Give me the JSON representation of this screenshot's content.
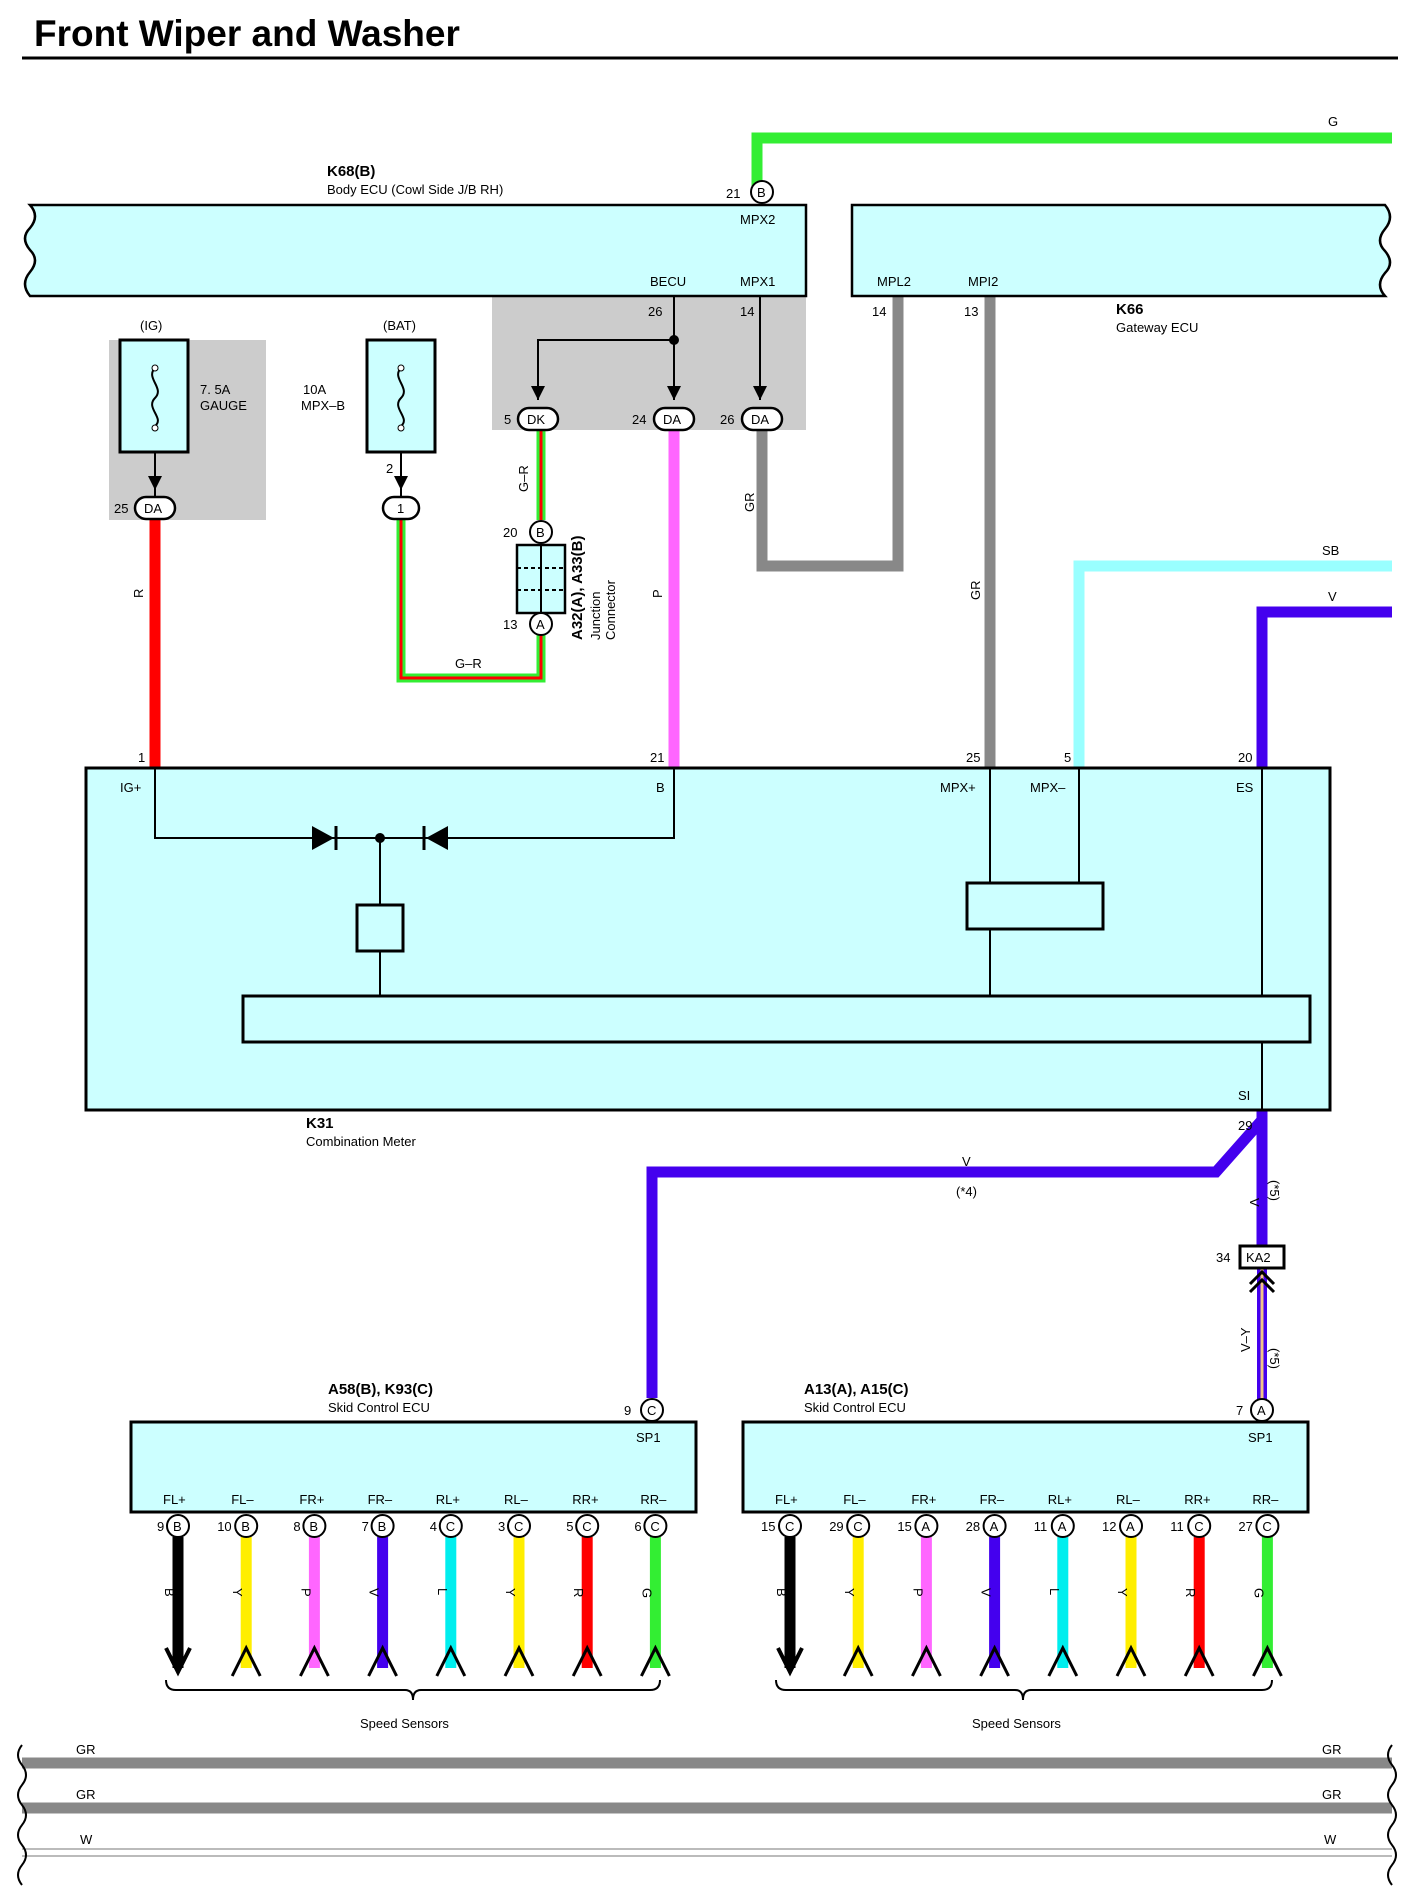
{
  "title": "Front Wiper and Washer",
  "colors": {
    "ecu_fill": "#ccffff",
    "shade": "#cccccc",
    "G": "#33ee33",
    "R": "#ff0000",
    "GR": "#888888",
    "P": "#ff66ff",
    "SB": "#99ffff",
    "V": "#4400ee",
    "B": "#000000",
    "Y": "#ffee00",
    "L": "#00eeee",
    "V-Y": "#f2c488"
  },
  "body_ecu": {
    "code": "K68(B)",
    "name": "Body ECU (Cowl Side J/B RH)",
    "pin_mpx2": "MPX2",
    "pin_mpx2_no": "21",
    "pin_mpx2_conn": "B",
    "pin_becu": "BECU",
    "pin_becu_no": "26",
    "pin_mpx1": "MPX1",
    "pin_mpx1_no": "14"
  },
  "gateway_ecu": {
    "code": "K66",
    "name": "Gateway ECU",
    "pin_mpl2": "MPL2",
    "pin_mpl2_no": "14",
    "pin_mpi2": "MPI2",
    "pin_mpi2_no": "13"
  },
  "fuse_ig": {
    "circuit": "(IG)",
    "rating": "7. 5A",
    "name": "GAUGE",
    "pin": "25",
    "conn": "DA"
  },
  "fuse_bat": {
    "circuit": "(BAT)",
    "rating": "10A",
    "name": "MPX–B",
    "pin": "2",
    "conn": "1"
  },
  "jb_pins": {
    "p5": "5",
    "p5_conn": "DK",
    "p24": "24",
    "p24_conn": "DA",
    "p26": "26",
    "p26_conn": "DA"
  },
  "junction": {
    "codes": "A32(A), A33(B)",
    "line1": "Junction",
    "line2": "Connector",
    "pin_top": "20",
    "pin_top_conn": "B",
    "pin_bot": "13",
    "pin_bot_conn": "A"
  },
  "wire_labels": {
    "g_top": "G",
    "r": "R",
    "gr_a": "G–R",
    "gr_b": "G–R",
    "p": "P",
    "gr_c": "GR",
    "gr_d": "GR",
    "sb": "SB",
    "v_top": "V",
    "v_mid": "V",
    "v_mid_note": "(*4)",
    "v_right": "V",
    "v_right_note": "(*5)",
    "vy": "V–Y",
    "vy_note": "(*5)"
  },
  "meter": {
    "code": "K31",
    "name": "Combination Meter",
    "pin_igp": "IG+",
    "pin_igp_no": "1",
    "pin_b": "B",
    "pin_b_no": "21",
    "pin_mpxp": "MPX+",
    "pin_mpxp_no": "25",
    "pin_mpxm": "MPX–",
    "pin_mpxm_no": "5",
    "pin_es": "ES",
    "pin_es_no": "20",
    "pin_si": "SI",
    "pin_si_no": "29"
  },
  "ka2": {
    "pin": "34",
    "conn": "KA2"
  },
  "skid1": {
    "codes": "A58(B), K93(C)",
    "name": "Skid Control ECU",
    "sp1": "SP1",
    "sp1_no": "9",
    "sp1_conn": "C",
    "pins": [
      {
        "label": "FL+",
        "no": "9",
        "conn": "B",
        "wire": "B"
      },
      {
        "label": "FL–",
        "no": "10",
        "conn": "B",
        "wire": "Y"
      },
      {
        "label": "FR+",
        "no": "8",
        "conn": "B",
        "wire": "P"
      },
      {
        "label": "FR–",
        "no": "7",
        "conn": "B",
        "wire": "V"
      },
      {
        "label": "RL+",
        "no": "4",
        "conn": "C",
        "wire": "L"
      },
      {
        "label": "RL–",
        "no": "3",
        "conn": "C",
        "wire": "Y"
      },
      {
        "label": "RR+",
        "no": "5",
        "conn": "C",
        "wire": "R"
      },
      {
        "label": "RR–",
        "no": "6",
        "conn": "C",
        "wire": "G"
      }
    ],
    "sensors": "Speed Sensors"
  },
  "skid2": {
    "codes": "A13(A), A15(C)",
    "name": "Skid Control ECU",
    "sp1": "SP1",
    "sp1_no": "7",
    "sp1_conn": "A",
    "pins": [
      {
        "label": "FL+",
        "no": "15",
        "conn": "C",
        "wire": "B"
      },
      {
        "label": "FL–",
        "no": "29",
        "conn": "C",
        "wire": "Y"
      },
      {
        "label": "FR+",
        "no": "15",
        "conn": "A",
        "wire": "P"
      },
      {
        "label": "FR–",
        "no": "28",
        "conn": "A",
        "wire": "V"
      },
      {
        "label": "RL+",
        "no": "11",
        "conn": "A",
        "wire": "L"
      },
      {
        "label": "RL–",
        "no": "12",
        "conn": "A",
        "wire": "Y"
      },
      {
        "label": "RR+",
        "no": "11",
        "conn": "C",
        "wire": "R"
      },
      {
        "label": "RR–",
        "no": "27",
        "conn": "C",
        "wire": "G"
      }
    ],
    "sensors": "Speed Sensors"
  },
  "bottom_wires": [
    {
      "left": "GR",
      "right": "GR",
      "color": "GR"
    },
    {
      "left": "GR",
      "right": "GR",
      "color": "GR"
    },
    {
      "left": "W",
      "right": "W",
      "color": "W"
    }
  ]
}
